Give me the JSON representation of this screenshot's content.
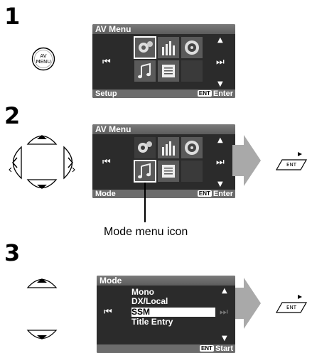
{
  "steps": [
    {
      "number": "1"
    },
    {
      "number": "2"
    },
    {
      "number": "3"
    }
  ],
  "av_menu_button": {
    "line1": "AV",
    "line2": "MENU"
  },
  "av_menu_screen": {
    "title": "AV Menu",
    "footer_left_step1": "Setup",
    "footer_left_step2": "Mode",
    "ent_chip": "ENT",
    "footer_action": "Enter",
    "icons": [
      "gear-icon",
      "equalizer-icon",
      "speaker-icon",
      "music-note-icon",
      "list-icon",
      "blank-icon"
    ]
  },
  "callout": {
    "label": "Mode menu icon"
  },
  "ent_button": {
    "label": "ENT"
  },
  "mode_screen": {
    "title": "Mode",
    "items": [
      "Mono",
      "DX/Local",
      "SSM",
      "Title Entry"
    ],
    "selected_index": 2,
    "ent_chip": "ENT",
    "footer_action": "Start"
  },
  "colors": {
    "screen_bg": "#2b2b2b",
    "titlebar": "#6a6a6a",
    "tile": "#5a5a5a",
    "arrow_gray": "#a9a9a9"
  }
}
